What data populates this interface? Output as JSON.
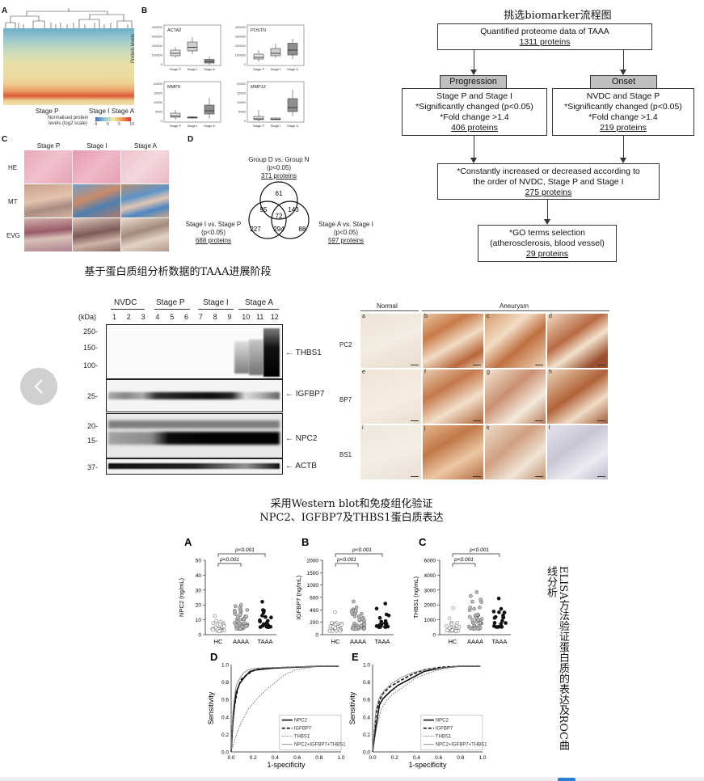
{
  "captions": {
    "flowchart_title": "挑选biomarker流程图",
    "proteome_caption": "基于蛋白质组分析数据的TAAA进展阶段",
    "wb_caption_line1": "采用Western blot和免疫组化验证",
    "wb_caption_line2": "NPC2、IGFBP7及THBS1蛋白质表达",
    "elisa_caption": "ELISA方法验证蛋白质的表达及ROC曲线分析"
  },
  "proteome": {
    "A": {
      "label": "A",
      "groups": [
        "Stage P",
        "Stage I",
        "Stage A"
      ],
      "legend_title": "Normalised protein levels (log2 scale)",
      "legend_ticks": [
        "-5",
        "0",
        "5",
        "10"
      ]
    },
    "B": {
      "label": "B",
      "ylabel": "Protein levels",
      "panels": [
        {
          "name": "ACTA2",
          "yticks": [
            "400000",
            "300000",
            "200000",
            "100000",
            "0"
          ]
        },
        {
          "name": "POSTN",
          "yticks": [
            "400000",
            "300000",
            "200000",
            "100000",
            "0"
          ]
        },
        {
          "name": "MMP9",
          "yticks": [
            "20000",
            "15000",
            "10000",
            "5000",
            "0"
          ]
        },
        {
          "name": "MMP12",
          "yticks": [
            "20000",
            "15000",
            "10000",
            "5000",
            "0"
          ]
        }
      ],
      "xticks": [
        "Stage P",
        "Stage I",
        "Stage A"
      ]
    },
    "C": {
      "label": "C",
      "cols": [
        "Stage P",
        "Stage I",
        "Stage A"
      ],
      "rows": [
        "HE",
        "MT",
        "EVG"
      ]
    },
    "D": {
      "label": "D",
      "top_label": "Group D vs. Group N",
      "top_p": "(p<0.05)",
      "top_n": "371 proteins",
      "left_label": "Stage I vs. Stage P",
      "left_p": "(p<0.05)",
      "left_n": "688 proteins",
      "right_label": "Stage A vs. Stage I",
      "right_p": "(p<0.05)",
      "right_n": "597 proteins",
      "counts": {
        "top": "61",
        "tl": "95",
        "tr": "143",
        "center": "72",
        "left": "227",
        "bottom": "294",
        "right": "88"
      }
    }
  },
  "flowchart": {
    "top": {
      "line1": "Quantified proteome data of TAAA",
      "line2": "1311 proteins"
    },
    "progression_header": "Progression",
    "onset_header": "Onset",
    "left": {
      "line1": "Stage P and Stage I",
      "line2": "*Significantly changed (p<0.05)",
      "line3": "*Fold change >1.4",
      "line4": "406 proteins"
    },
    "right": {
      "line1": "NVDC and Stage P",
      "line2": "*Significantly changed (p<0.05)",
      "line3": "*Fold change >1.4",
      "line4": "219 proteins"
    },
    "mid": {
      "line1": "*Constantly increased or decreased according to",
      "line2": "the order of NVDC, Stage P and Stage I",
      "line3": "275 proteins"
    },
    "bottom": {
      "line1": "*GO terms selection",
      "line2": "(atherosclerosis, blood vessel)",
      "line3": "29 proteins"
    }
  },
  "western": {
    "groups": [
      "NVDC",
      "Stage P",
      "Stage I",
      "Stage A"
    ],
    "kda_label": "(kDa)",
    "lanes": [
      "1",
      "2",
      "3",
      "4",
      "5",
      "6",
      "7",
      "8",
      "9",
      "10",
      "11",
      "12"
    ],
    "markers": [
      {
        "label": "250-"
      },
      {
        "label": "150-"
      },
      {
        "label": "100-"
      },
      {
        "label": "25-"
      },
      {
        "label": "20-"
      },
      {
        "label": "15-"
      },
      {
        "label": "37-"
      }
    ],
    "proteins": [
      "← THBS1",
      "← IGFBP7",
      "← NPC2",
      "← ACTB"
    ]
  },
  "ihc": {
    "normal": "Normal",
    "aneurysm": "Aneurysm",
    "rows": [
      "PC2",
      "BP7",
      "BS1"
    ],
    "panel_letters": [
      "a",
      "b",
      "c",
      "d",
      "e",
      "f",
      "g",
      "h",
      "i",
      "j",
      "k",
      "l"
    ]
  },
  "elisa": {
    "panels": [
      {
        "letter": "A",
        "ylabel": "NPC2 (ng/mL)",
        "yticks": [
          "50",
          "40",
          "30",
          "20",
          "10",
          "0"
        ],
        "p_top": "p<0.001",
        "p_low": "p<0.001"
      },
      {
        "letter": "B",
        "ylabel": "IGFBP7 (ng/mL)",
        "yticks": [
          "2000",
          "1500",
          "1000",
          "600",
          "400",
          "200",
          "0"
        ],
        "p_top": "p<0.001",
        "p_low": "p<0.001"
      },
      {
        "letter": "C",
        "ylabel": "THBS1 (ng/mL)",
        "yticks": [
          "6000",
          "4000",
          "3000",
          "2000",
          "1000",
          "0"
        ],
        "p_top": "p<0.001",
        "p_low": "p<0.001"
      }
    ],
    "groups": [
      "HC",
      "AAAA",
      "TAAA"
    ]
  },
  "roc": {
    "panels": [
      {
        "letter": "D"
      },
      {
        "letter": "E"
      }
    ],
    "ylabel": "Sensitivity",
    "xlabel": "1-specificity",
    "ticks": [
      "0.0",
      "0.2",
      "0.4",
      "0.6",
      "0.8",
      "1.0"
    ],
    "legend": [
      "NPC2",
      "IGFBP7",
      "THBS1",
      "NPC2+IGFBP7+THBS1"
    ]
  },
  "colors": {
    "header_gray": "#bfbfbf",
    "nav_button": "#aaaaaa"
  }
}
